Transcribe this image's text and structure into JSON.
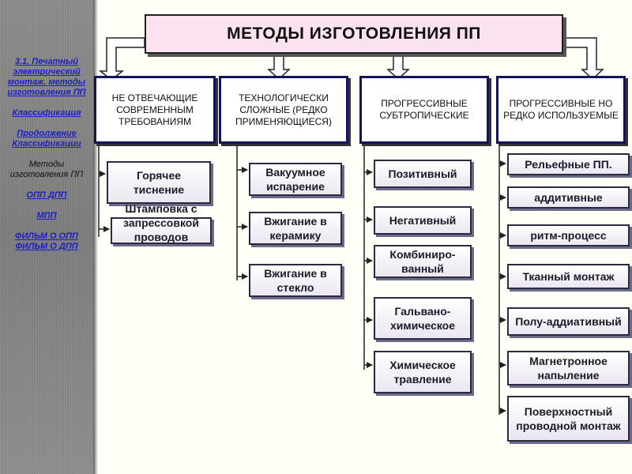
{
  "title": "МЕТОДЫ ИЗГОТОВЛЕНИЯ ПП",
  "nav": [
    {
      "text": "3.1. Печатный электрический монтаж. методы изготовления ПП",
      "link": true
    },
    {
      "text": "Классификация",
      "link": true
    },
    {
      "text": "Продолжение Классификации",
      "link": true
    },
    {
      "text": "Методы изготовления ПП",
      "link": false
    },
    {
      "text": "ОПП ДПП",
      "link": true
    },
    {
      "text": "МПП",
      "link": true
    },
    {
      "text": "ФИЛЬМ О ОПП",
      "link": true
    },
    {
      "text": "ФИЛЬМ О ДПП",
      "link": true
    }
  ],
  "categories": [
    {
      "label": "НЕ ОТВЕЧАЮЩИЕ СОВРЕМЕННЫМ ТРЕБОВАНИЯМ",
      "items": [
        "Горячее тиснение",
        "Штамповка с запрессовкой проводов"
      ]
    },
    {
      "label": "ТЕХНОЛОГИЧЕСКИ СЛОЖНЫЕ (РЕДКО ПРИМЕНЯЮЩИЕСЯ)",
      "items": [
        "Вакуумное испарение",
        "Вжигание в керамику",
        "Вжигание в стекло"
      ]
    },
    {
      "label": "ПРОГРЕССИВНЫЕ СУБТРОПИЧЕСКИЕ",
      "items": [
        "Позитивный",
        "Негативный",
        "Комбиниро-ванный",
        "Гальвано-химическое",
        "Химическое травление"
      ]
    },
    {
      "label": "ПРОГРЕССИВНЫЕ НО РЕДКО ИСПОЛЬЗУЕМЫЕ",
      "items": [
        "Рельефные ПП.",
        "аддитивные",
        "ритм-процесс",
        "Тканный монтаж",
        "Полу-аддиативный",
        "Магнетронное напыление",
        "Поверхностный проводной монтаж"
      ]
    }
  ]
}
